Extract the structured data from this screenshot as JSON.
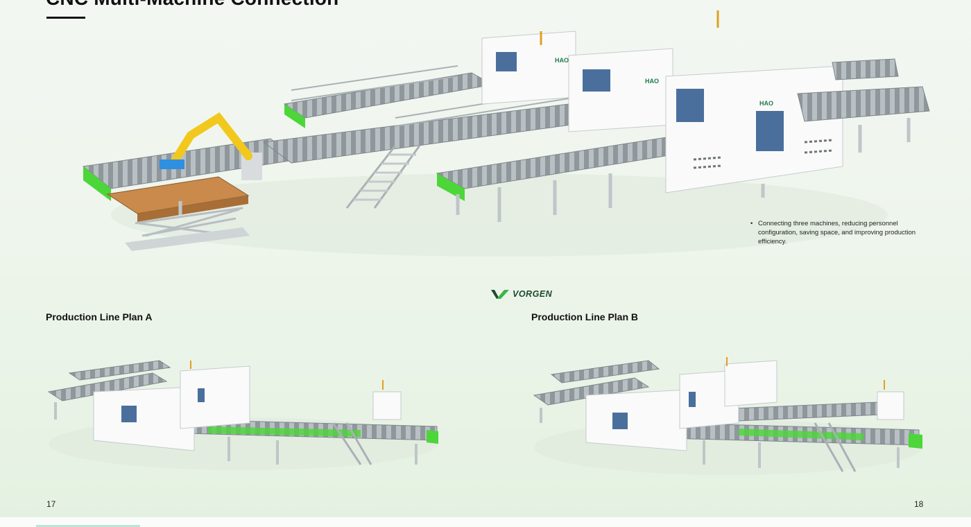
{
  "page": {
    "title": "CNC Multi-Machine Connection"
  },
  "hero": {
    "machine_brand": "HAO",
    "note": "Connecting three machines, reducing personnel configuration, saving space, and improving production efficiency."
  },
  "logo": {
    "text": "VORGEN"
  },
  "plans": [
    {
      "label": "Production Line Plan A",
      "page_number": "17"
    },
    {
      "label": "Production Line Plan B",
      "page_number": "18"
    }
  ],
  "colors": {
    "accent_green": "#4cd63a",
    "robot_yellow": "#f2c81c",
    "wood": "#c98a4b",
    "machine_white": "#fafafa",
    "window_blue": "#4a6f9c",
    "logo_green": "#1e4a2b"
  }
}
